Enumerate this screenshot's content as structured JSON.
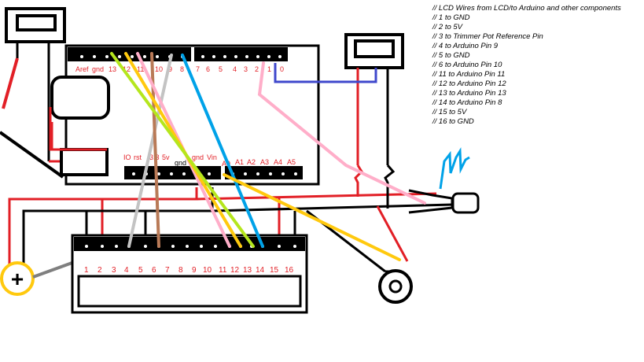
{
  "notes": [
    "// LCD Wires from LCD/to Arduino and other components",
    "//  1 to GND",
    "//  2 to 5V",
    "//  3 to Trimmer Pot Reference Pin",
    "//  4 to Arduino Pin 9",
    "//  5 to GND",
    "//  6 to Arduino Pin 10",
    "// 11 to Arduino Pin 11",
    "// 12 to Arduino Pin 12",
    "// 13 to Arduino Pin 13",
    "// 14 to Arduino Pin 8",
    "// 15 to 5V",
    "// 16 to GND"
  ],
  "arduino": {
    "top_labels": [
      "Aref",
      "gnd",
      "13",
      "12",
      "11",
      "10",
      "9",
      "8",
      "7",
      "6",
      "5",
      "4",
      "3",
      "2",
      "1",
      "0"
    ],
    "bottom_labels": [
      "IO",
      "rst",
      "3.3",
      "5v",
      "gnd",
      "gnd",
      "Vin",
      "A0",
      "A1",
      "A2",
      "A3",
      "A4",
      "A5"
    ]
  },
  "lcd": {
    "pin_numbers": [
      "1",
      "2",
      "3",
      "4",
      "5",
      "6",
      "7",
      "8",
      "9",
      "10",
      "11",
      "12",
      "13",
      "14",
      "15",
      "16"
    ]
  },
  "symbols": {
    "battery_sign": "+"
  },
  "colors": {
    "power": "#e21f26",
    "ground": "#000000",
    "pin9": "#c3c3c3",
    "pin10": "#b97a57",
    "pin11": "#ffaec9",
    "pin12": "#ffc90e",
    "pin13": "#b5e61d",
    "pin8": "#00a2e8",
    "led": "#3f48cc",
    "battery": "#ffc90e",
    "pot_wire": "#7f7f7f"
  }
}
